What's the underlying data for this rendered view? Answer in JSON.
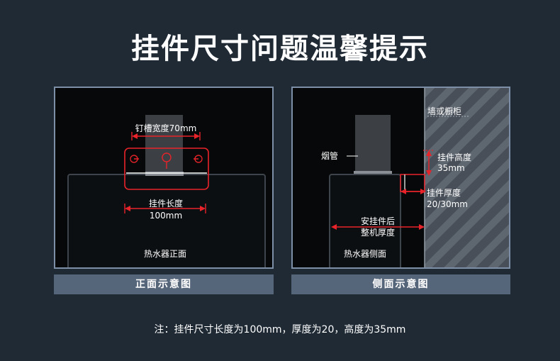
{
  "title": "挂件尺寸问题温馨提示",
  "front": {
    "slot_width_label": "钉槽宽度70mm",
    "hanger_length_label": "挂件长度",
    "hanger_length_value": "100mm",
    "heater_label": "热水器正面",
    "caption": "正面示意图"
  },
  "side": {
    "wall_label": "墙或橱柜",
    "flue_label": "烟管",
    "height_label": "挂件高度",
    "height_value": "35mm",
    "thickness_label": "挂件厚度",
    "thickness_value": "20/30mm",
    "depth_label_1": "安挂件后",
    "depth_label_2": "整机厚度",
    "heater_label": "热水器侧面",
    "caption": "侧面示意图"
  },
  "note": "注：挂件尺寸长度为100mm，厚度为20，高度为35mm",
  "colors": {
    "background": "#1f2a35",
    "dimension_red": "#e8232a",
    "caption_bar": "#56667a",
    "panel_border": "#7d8fa6"
  }
}
